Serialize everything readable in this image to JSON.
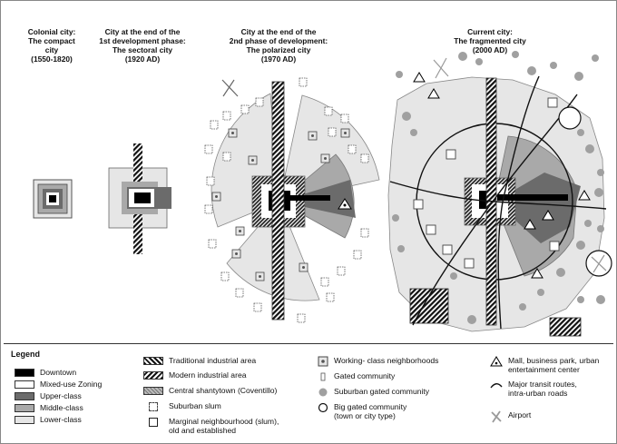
{
  "titles": [
    {
      "lines": [
        "Colonial city:",
        "The compact",
        "city",
        "(1550-1820)"
      ]
    },
    {
      "lines": [
        "City at the end of the",
        "1st development  phase:",
        "The sectoral city",
        "(1920 AD)"
      ]
    },
    {
      "lines": [
        "City at the end of the",
        "2nd phase of development:",
        "The polarized city",
        "(1970 AD)"
      ]
    },
    {
      "lines": [
        "Current city:",
        "The fragmented city",
        "(2000 AD)"
      ]
    }
  ],
  "legend": {
    "title": "Legend",
    "zones": [
      {
        "label": "Downtown",
        "color": "#000000"
      },
      {
        "label": "Mixed-use Zoning",
        "color": "#ffffff"
      },
      {
        "label": "Upper-class",
        "color": "#6b6b6b"
      },
      {
        "label": "Middle-class",
        "color": "#a9a9a9"
      },
      {
        "label": "Lower-class",
        "color": "#e6e6e6"
      }
    ],
    "areas": [
      {
        "lines": [
          "Traditional industrial area"
        ]
      },
      {
        "lines": [
          "Modern industrial area"
        ]
      },
      {
        "lines": [
          "Central shantytown (Coventillo)"
        ]
      },
      {
        "lines": [
          "Suburban slum"
        ]
      },
      {
        "lines": [
          "Marginal neighbourhood (slum),",
          "old and established"
        ]
      }
    ],
    "neighborhoods": [
      {
        "lines": [
          "Working- class neighborhoods"
        ]
      },
      {
        "lines": [
          "Gated community"
        ]
      },
      {
        "lines": [
          "Suburban gated community"
        ]
      },
      {
        "lines": [
          "Big gated community",
          "(town or city type)"
        ]
      }
    ],
    "other": [
      {
        "lines": [
          "Mall, business park, urban",
          "entertainment center"
        ]
      },
      {
        "lines": [
          "Major transit routes,",
          "intra-urban roads"
        ]
      },
      {
        "lines": [
          "Airport"
        ]
      }
    ]
  },
  "colors": {
    "downtown": "#000000",
    "mixed_use": "#ffffff",
    "upper_class": "#6b6b6b",
    "middle_class": "#a9a9a9",
    "lower_class": "#e6e6e6",
    "suburban_gated": "#a0a0a0"
  }
}
